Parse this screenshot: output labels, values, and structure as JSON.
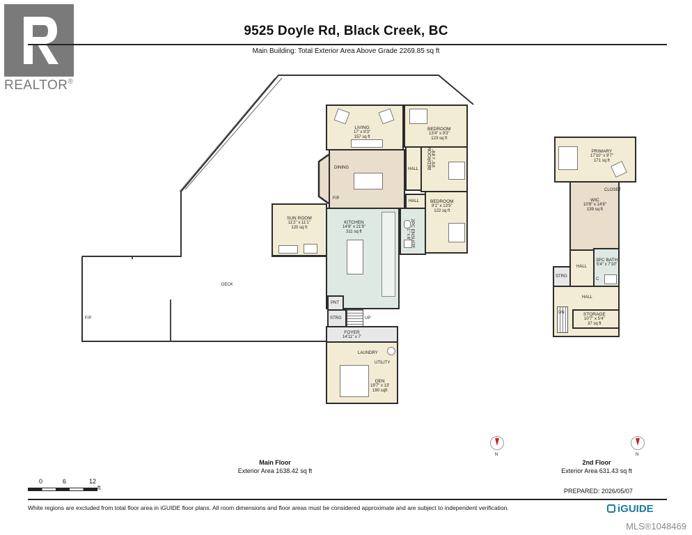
{
  "logo": {
    "text": "REALTOR",
    "mark": "®"
  },
  "header": {
    "address": "9525 Doyle Rd, Black Creek, BC",
    "subtitle": "Main Building: Total Exterior Area Above Grade 2269.85 sq ft"
  },
  "main_floor": {
    "rooms": [
      {
        "id": "deck",
        "name": "DECK"
      },
      {
        "id": "fp-deck",
        "name": "F/P"
      },
      {
        "id": "sunroom",
        "name": "SUN ROOM",
        "dims": "11'2\" x 11'1\"",
        "area": "120 sq ft"
      },
      {
        "id": "living",
        "name": "LIVING",
        "dims": "17' x 9'3\"",
        "area": "157 sq ft"
      },
      {
        "id": "dining",
        "name": "DINING"
      },
      {
        "id": "fp-dining",
        "name": "F/P"
      },
      {
        "id": "kitchen",
        "name": "KITCHEN",
        "dims": "14'9\" x 21'9\"",
        "area": "311 sq ft"
      },
      {
        "id": "bedroom1",
        "name": "BEDROOM",
        "dims": "13'4\" x 9'3\"",
        "area": "123 sq ft"
      },
      {
        "id": "bedroom2",
        "name": "BEDROOM",
        "dims": "9'9\" x 8'8\""
      },
      {
        "id": "bedroom3",
        "name": "BEDROOM",
        "dims": "9'1\" x 13'5\"",
        "area": "122 sq ft"
      },
      {
        "id": "hall1",
        "name": "HALL"
      },
      {
        "id": "hall2",
        "name": "HALL"
      },
      {
        "id": "ensuite",
        "name": "2PC ENSUITE",
        "dims": "4'11\" x 6'3\""
      },
      {
        "id": "pnt",
        "name": "PNT"
      },
      {
        "id": "strg",
        "name": "STRG"
      },
      {
        "id": "up",
        "name": "UP"
      },
      {
        "id": "foyer",
        "name": "FOYER",
        "dims": "14'11\" x 7'"
      },
      {
        "id": "laundry",
        "name": "LAUNDRY"
      },
      {
        "id": "utility",
        "name": "UTILITY"
      },
      {
        "id": "den",
        "name": "DEN",
        "dims": "19'7\" x 13'",
        "area": "190 sqft"
      }
    ],
    "label": "Main Floor",
    "area": "Exterior Area 1638.42 sq ft"
  },
  "second_floor": {
    "rooms": [
      {
        "id": "primary",
        "name": "PRIMARY",
        "dims": "17'10\" x 9'7\"",
        "area": "171 sq ft"
      },
      {
        "id": "closet",
        "name": "CLOSET"
      },
      {
        "id": "wic",
        "name": "WIC",
        "dims": "10'8\" x 14'8\"",
        "area": "139 sq ft"
      },
      {
        "id": "hall-a",
        "name": "HALL"
      },
      {
        "id": "bath",
        "name": "3PC BATH",
        "dims": "5'4\" x 7'10\""
      },
      {
        "id": "strg2",
        "name": "STRG"
      },
      {
        "id": "hall-b",
        "name": "HALL"
      },
      {
        "id": "storage",
        "name": "STORAGE",
        "dims": "10'7\" x 5'4\"",
        "area": "37 sq ft"
      },
      {
        "id": "dn",
        "name": "DN"
      },
      {
        "id": "c",
        "name": "C"
      }
    ],
    "label": "2nd Floor",
    "area": "Exterior Area 631.43 sq ft"
  },
  "compass": {
    "label": "N"
  },
  "scale": {
    "ticks": [
      "0",
      "6",
      "12"
    ],
    "unit": "ft"
  },
  "prepared": "PREPARED: 2026/05/07",
  "disclaimer": "White regions are excluded from total floor area in iGUIDE floor plans. All room dimensions and floor areas must be considered approximate and are subject to independent verification.",
  "brand": {
    "text": "iGUIDE"
  },
  "watermark": "MLS®1048469",
  "colors": {
    "room_fill": "#f3ecd4",
    "wall": "#2b2b2b",
    "kitchen_fill": "#dfe9e4",
    "window": "#5aa9d6",
    "logo": "#777777",
    "brand": "#1c7aa3"
  }
}
